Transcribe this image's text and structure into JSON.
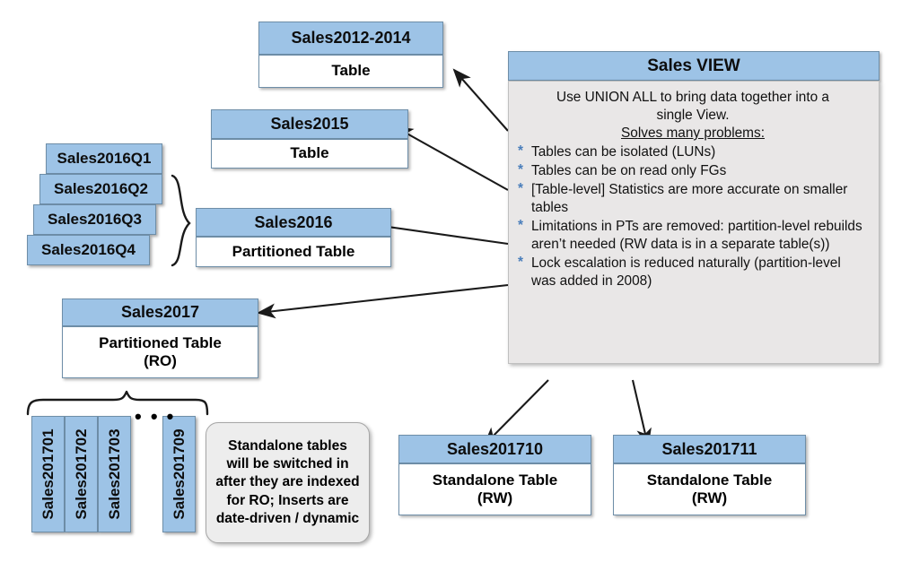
{
  "colors": {
    "header_blue": "#9DC3E6",
    "border_blue_gray": "#6E8EA8",
    "panel_gray": "#E9E7E7",
    "asterisk_blue": "#4A7EBB",
    "arrow_black": "#1A1A1A"
  },
  "cards": [
    {
      "id": "sales2012-2014",
      "title": "Sales2012-2014",
      "subtitle": "Table"
    },
    {
      "id": "sales2015",
      "title": "Sales2015",
      "subtitle": "Table"
    },
    {
      "id": "sales2016",
      "title": "Sales2016",
      "subtitle": "Partitioned Table"
    },
    {
      "id": "sales2017",
      "title": "Sales2017",
      "subtitle": "Partitioned Table\n(RO)"
    },
    {
      "id": "sales201710",
      "title": "Sales201710",
      "subtitle": "Standalone Table\n(RW)"
    },
    {
      "id": "sales201711",
      "title": "Sales201711",
      "subtitle": "Standalone Table\n(RW)"
    }
  ],
  "card_titles": {
    "sales2012_2014": "Sales2012-2014",
    "sales2015": "Sales2015",
    "sales2016": "Sales2016",
    "sales2017": "Sales2017",
    "sales201710": "Sales201710",
    "sales201711": "Sales201711"
  },
  "card_subtitles": {
    "table": "Table",
    "partitioned_table": "Partitioned Table",
    "partitioned_table_ro_line1": "Partitioned Table",
    "partitioned_table_ro_line2": "(RO)",
    "standalone_table_line1": "Standalone Table",
    "standalone_table_line2": "(RW)"
  },
  "quarter_chips": [
    {
      "label": "Sales2016Q1"
    },
    {
      "label": "Sales2016Q2"
    },
    {
      "label": "Sales2016Q3"
    },
    {
      "label": "Sales2016Q4"
    }
  ],
  "month_chips": [
    {
      "label": "Sales201701"
    },
    {
      "label": "Sales201702"
    },
    {
      "label": "Sales201703"
    },
    {
      "label": "Sales201709"
    }
  ],
  "ellipsis": "• • •",
  "view_panel": {
    "header": "Sales VIEW",
    "intro_line1": "Use UNION ALL to bring data together into a",
    "intro_line2": "single View.",
    "solves_heading": "Solves many problems:",
    "bullet_marker": "*",
    "bullets": [
      "Tables can be isolated (LUNs)",
      "Tables can be on read only FGs",
      "[Table-level] Statistics are more accurate on smaller tables",
      "Limitations in PTs are removed: partition-level rebuilds aren’t needed (RW data is in a separate table(s))",
      "Lock escalation is reduced naturally (partition-level was added in 2008)"
    ]
  },
  "callout": {
    "text": "Standalone tables will be switched in after they are indexed for RO; Inserts are date-driven / dynamic"
  }
}
